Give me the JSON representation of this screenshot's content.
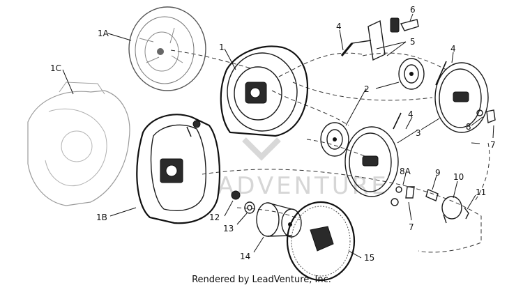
{
  "watermark": "ADVENTURE",
  "footer": "Rendered by LeadVenture, Inc.",
  "callouts": [
    "1A",
    "1C",
    "1",
    "1B",
    "2",
    "3",
    "4",
    "4",
    "4",
    "5",
    "6",
    "7",
    "7",
    "8",
    "8A",
    "9",
    "10",
    "11",
    "12",
    "13",
    "14",
    "15"
  ]
}
